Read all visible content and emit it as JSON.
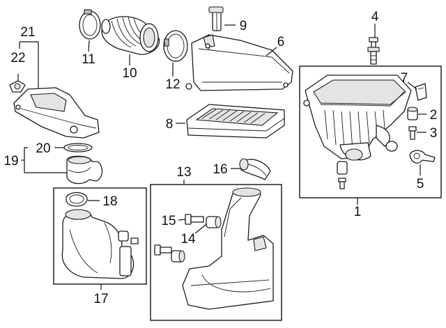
{
  "callouts": [
    {
      "id": "c1",
      "label": "1"
    },
    {
      "id": "c2",
      "label": "2"
    },
    {
      "id": "c3",
      "label": "3"
    },
    {
      "id": "c4",
      "label": "4"
    },
    {
      "id": "c5",
      "label": "5"
    },
    {
      "id": "c6",
      "label": "6"
    },
    {
      "id": "c7",
      "label": "7"
    },
    {
      "id": "c8",
      "label": "8"
    },
    {
      "id": "c9",
      "label": "9"
    },
    {
      "id": "c10",
      "label": "10"
    },
    {
      "id": "c11",
      "label": "11"
    },
    {
      "id": "c12",
      "label": "12"
    },
    {
      "id": "c13",
      "label": "13"
    },
    {
      "id": "c14",
      "label": "14"
    },
    {
      "id": "c15",
      "label": "15"
    },
    {
      "id": "c16",
      "label": "16"
    },
    {
      "id": "c17",
      "label": "17"
    },
    {
      "id": "c18",
      "label": "18"
    },
    {
      "id": "c19",
      "label": "19"
    },
    {
      "id": "c20",
      "label": "20"
    },
    {
      "id": "c21",
      "label": "21"
    },
    {
      "id": "c22",
      "label": "22"
    }
  ],
  "colors": {
    "line": "#1a1a1a",
    "background": "#ffffff",
    "shade": "#e4e4e4"
  }
}
